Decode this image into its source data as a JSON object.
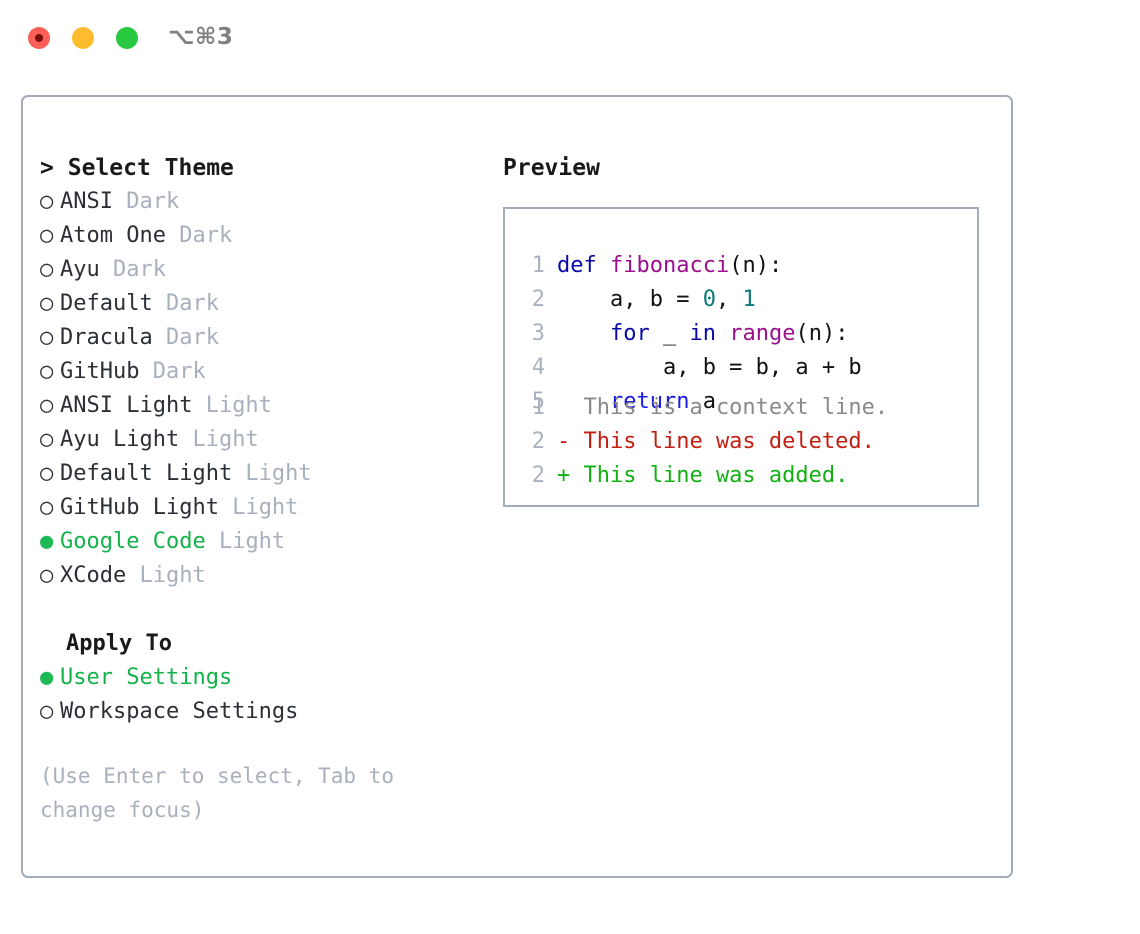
{
  "window": {
    "shortcut_hint": "⌥⌘3",
    "traffic_lights": [
      "close",
      "minimize",
      "maximize"
    ]
  },
  "theme_panel": {
    "heading_caret": ">",
    "heading": "Select Theme",
    "bullet_selected": "●",
    "bullet_unselected": "○",
    "themes": [
      {
        "name": "ANSI",
        "variant": "Dark",
        "selected": false
      },
      {
        "name": "Atom One",
        "variant": "Dark",
        "selected": false
      },
      {
        "name": "Ayu",
        "variant": "Dark",
        "selected": false
      },
      {
        "name": "Default",
        "variant": "Dark",
        "selected": false
      },
      {
        "name": "Dracula",
        "variant": "Dark",
        "selected": false
      },
      {
        "name": "GitHub",
        "variant": "Dark",
        "selected": false
      },
      {
        "name": "ANSI Light",
        "variant": "Light",
        "selected": false
      },
      {
        "name": "Ayu Light",
        "variant": "Light",
        "selected": false
      },
      {
        "name": "Default Light",
        "variant": "Light",
        "selected": false
      },
      {
        "name": "GitHub Light",
        "variant": "Light",
        "selected": false
      },
      {
        "name": "Google Code",
        "variant": "Light",
        "selected": true
      },
      {
        "name": "XCode",
        "variant": "Light",
        "selected": false
      }
    ],
    "apply_to_heading": "Apply To",
    "apply_to_options": [
      {
        "name": "User Settings",
        "selected": true
      },
      {
        "name": "Workspace Settings",
        "selected": false
      }
    ],
    "hint": "(Use Enter to select, Tab to change focus)"
  },
  "preview": {
    "title": "Preview",
    "code_lines": [
      {
        "n": "1",
        "tokens": [
          {
            "t": "def",
            "c": "tok-kw"
          },
          {
            "t": " ",
            "c": "tok-plain"
          },
          {
            "t": "fibonacci",
            "c": "tok-fn"
          },
          {
            "t": "(n):",
            "c": "tok-plain"
          }
        ]
      },
      {
        "n": "2",
        "tokens": [
          {
            "t": "    a, b = ",
            "c": "tok-plain"
          },
          {
            "t": "0",
            "c": "tok-num"
          },
          {
            "t": ", ",
            "c": "tok-plain"
          },
          {
            "t": "1",
            "c": "tok-num"
          }
        ]
      },
      {
        "n": "3",
        "tokens": [
          {
            "t": "    ",
            "c": "tok-plain"
          },
          {
            "t": "for",
            "c": "tok-kw"
          },
          {
            "t": " _ ",
            "c": "tok-plain"
          },
          {
            "t": "in",
            "c": "tok-kw"
          },
          {
            "t": " ",
            "c": "tok-plain"
          },
          {
            "t": "range",
            "c": "tok-fn"
          },
          {
            "t": "(n):",
            "c": "tok-plain"
          }
        ]
      },
      {
        "n": "4",
        "tokens": [
          {
            "t": "        a, b = b, a + b",
            "c": "tok-plain"
          }
        ]
      },
      {
        "n": "5",
        "tokens": [
          {
            "t": "    ",
            "c": "tok-plain"
          },
          {
            "t": "return",
            "c": "tok-kw2"
          },
          {
            "t": " a",
            "c": "tok-plain"
          }
        ]
      }
    ],
    "diff_lines": [
      {
        "n": "1",
        "marker": " ",
        "text": "This is a context line.",
        "kind": "diff-context"
      },
      {
        "n": "2",
        "marker": "-",
        "text": "This line was deleted.",
        "kind": "diff-del"
      },
      {
        "n": "2",
        "marker": "+",
        "text": "This line was added.",
        "kind": "diff-add"
      }
    ]
  },
  "colors": {
    "accent_green": "#14b24a",
    "muted": "#a9b0bd",
    "border": "#a3acba",
    "keyword": "#0a0aa8",
    "keyword_return": "#1a1ae0",
    "function": "#9c0f8c",
    "number": "#0b7a78",
    "diff_added": "#13b013",
    "diff_deleted": "#c21f12",
    "diff_context": "#8a8a8a",
    "light_red": "#fb5f57",
    "light_yellow": "#fdbc2e",
    "light_green": "#28c840"
  }
}
